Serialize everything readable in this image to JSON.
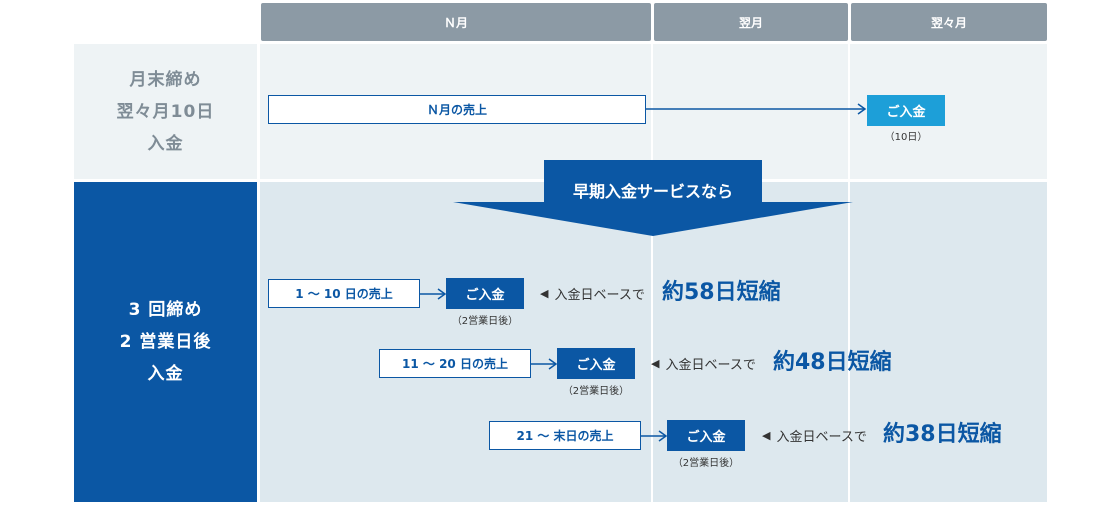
{
  "columns": [
    "Ｎ月",
    "翌月",
    "翌々月"
  ],
  "plans": {
    "monthly_label": "月末締め\n翌々月10日\n入金",
    "triple_label": "3 回締め\n2 営業日後\n入金"
  },
  "monthly_flow": {
    "sales": "Ｎ月の売上",
    "deposit": "ご入金",
    "note": "（10日）"
  },
  "banner": "早期入金サービスなら",
  "early_rows": [
    {
      "sales": "1 〜 10 日の売上",
      "deposit": "ご入金",
      "note": "（2営業日後）",
      "basis": "入金日ベースで",
      "saving": "約58日短縮"
    },
    {
      "sales": "11 〜 20 日の売上",
      "deposit": "ご入金",
      "note": "（2営業日後）",
      "basis": "入金日ベースで",
      "saving": "約48日短縮"
    },
    {
      "sales": "21 〜 末日の売上",
      "deposit": "ご入金",
      "note": "（2営業日後）",
      "basis": "入金日ベースで",
      "saving": "約38日短縮"
    }
  ],
  "colors": {
    "header": "#8c9aa5",
    "navy": "#0b57a4",
    "light_bg": "#eef3f5",
    "blue_bg": "#dde8ee",
    "deposit_monthly": "#1d9fd8",
    "deposit_early": "#0b57a4",
    "label_gray": "#7f8c96"
  },
  "icons": [
    "right-arrow-icon",
    "left-pointer-icon",
    "down-arrow-icon"
  ]
}
